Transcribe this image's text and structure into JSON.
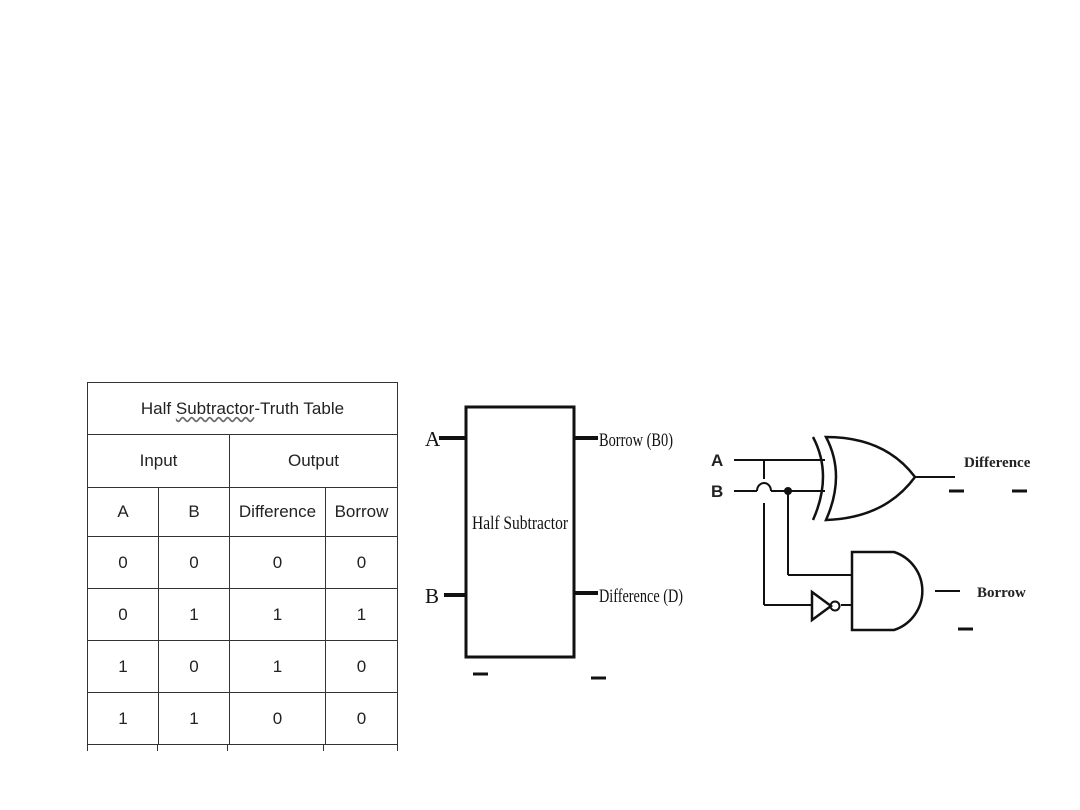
{
  "truth_table": {
    "title_prefix": "Half ",
    "title_underlined": "Subtractor",
    "title_suffix": "-Truth Table",
    "input_header": "Input",
    "output_header": "Output",
    "columns": [
      "A",
      "B",
      "Difference",
      "Borrow"
    ],
    "rows": [
      [
        "0",
        "0",
        "0",
        "0"
      ],
      [
        "0",
        "1",
        "1",
        "1"
      ],
      [
        "1",
        "0",
        "1",
        "0"
      ],
      [
        "1",
        "1",
        "0",
        "0"
      ]
    ]
  },
  "block_diagram": {
    "box_label": "Half Subtractor",
    "input_a": "A",
    "input_b": "B",
    "output_top": "Borrow (B0)",
    "output_bottom": "Difference (D)"
  },
  "gate_circuit": {
    "input_a": "A",
    "input_b": "B",
    "difference_label": "Difference",
    "borrow_label": "Borrow"
  }
}
